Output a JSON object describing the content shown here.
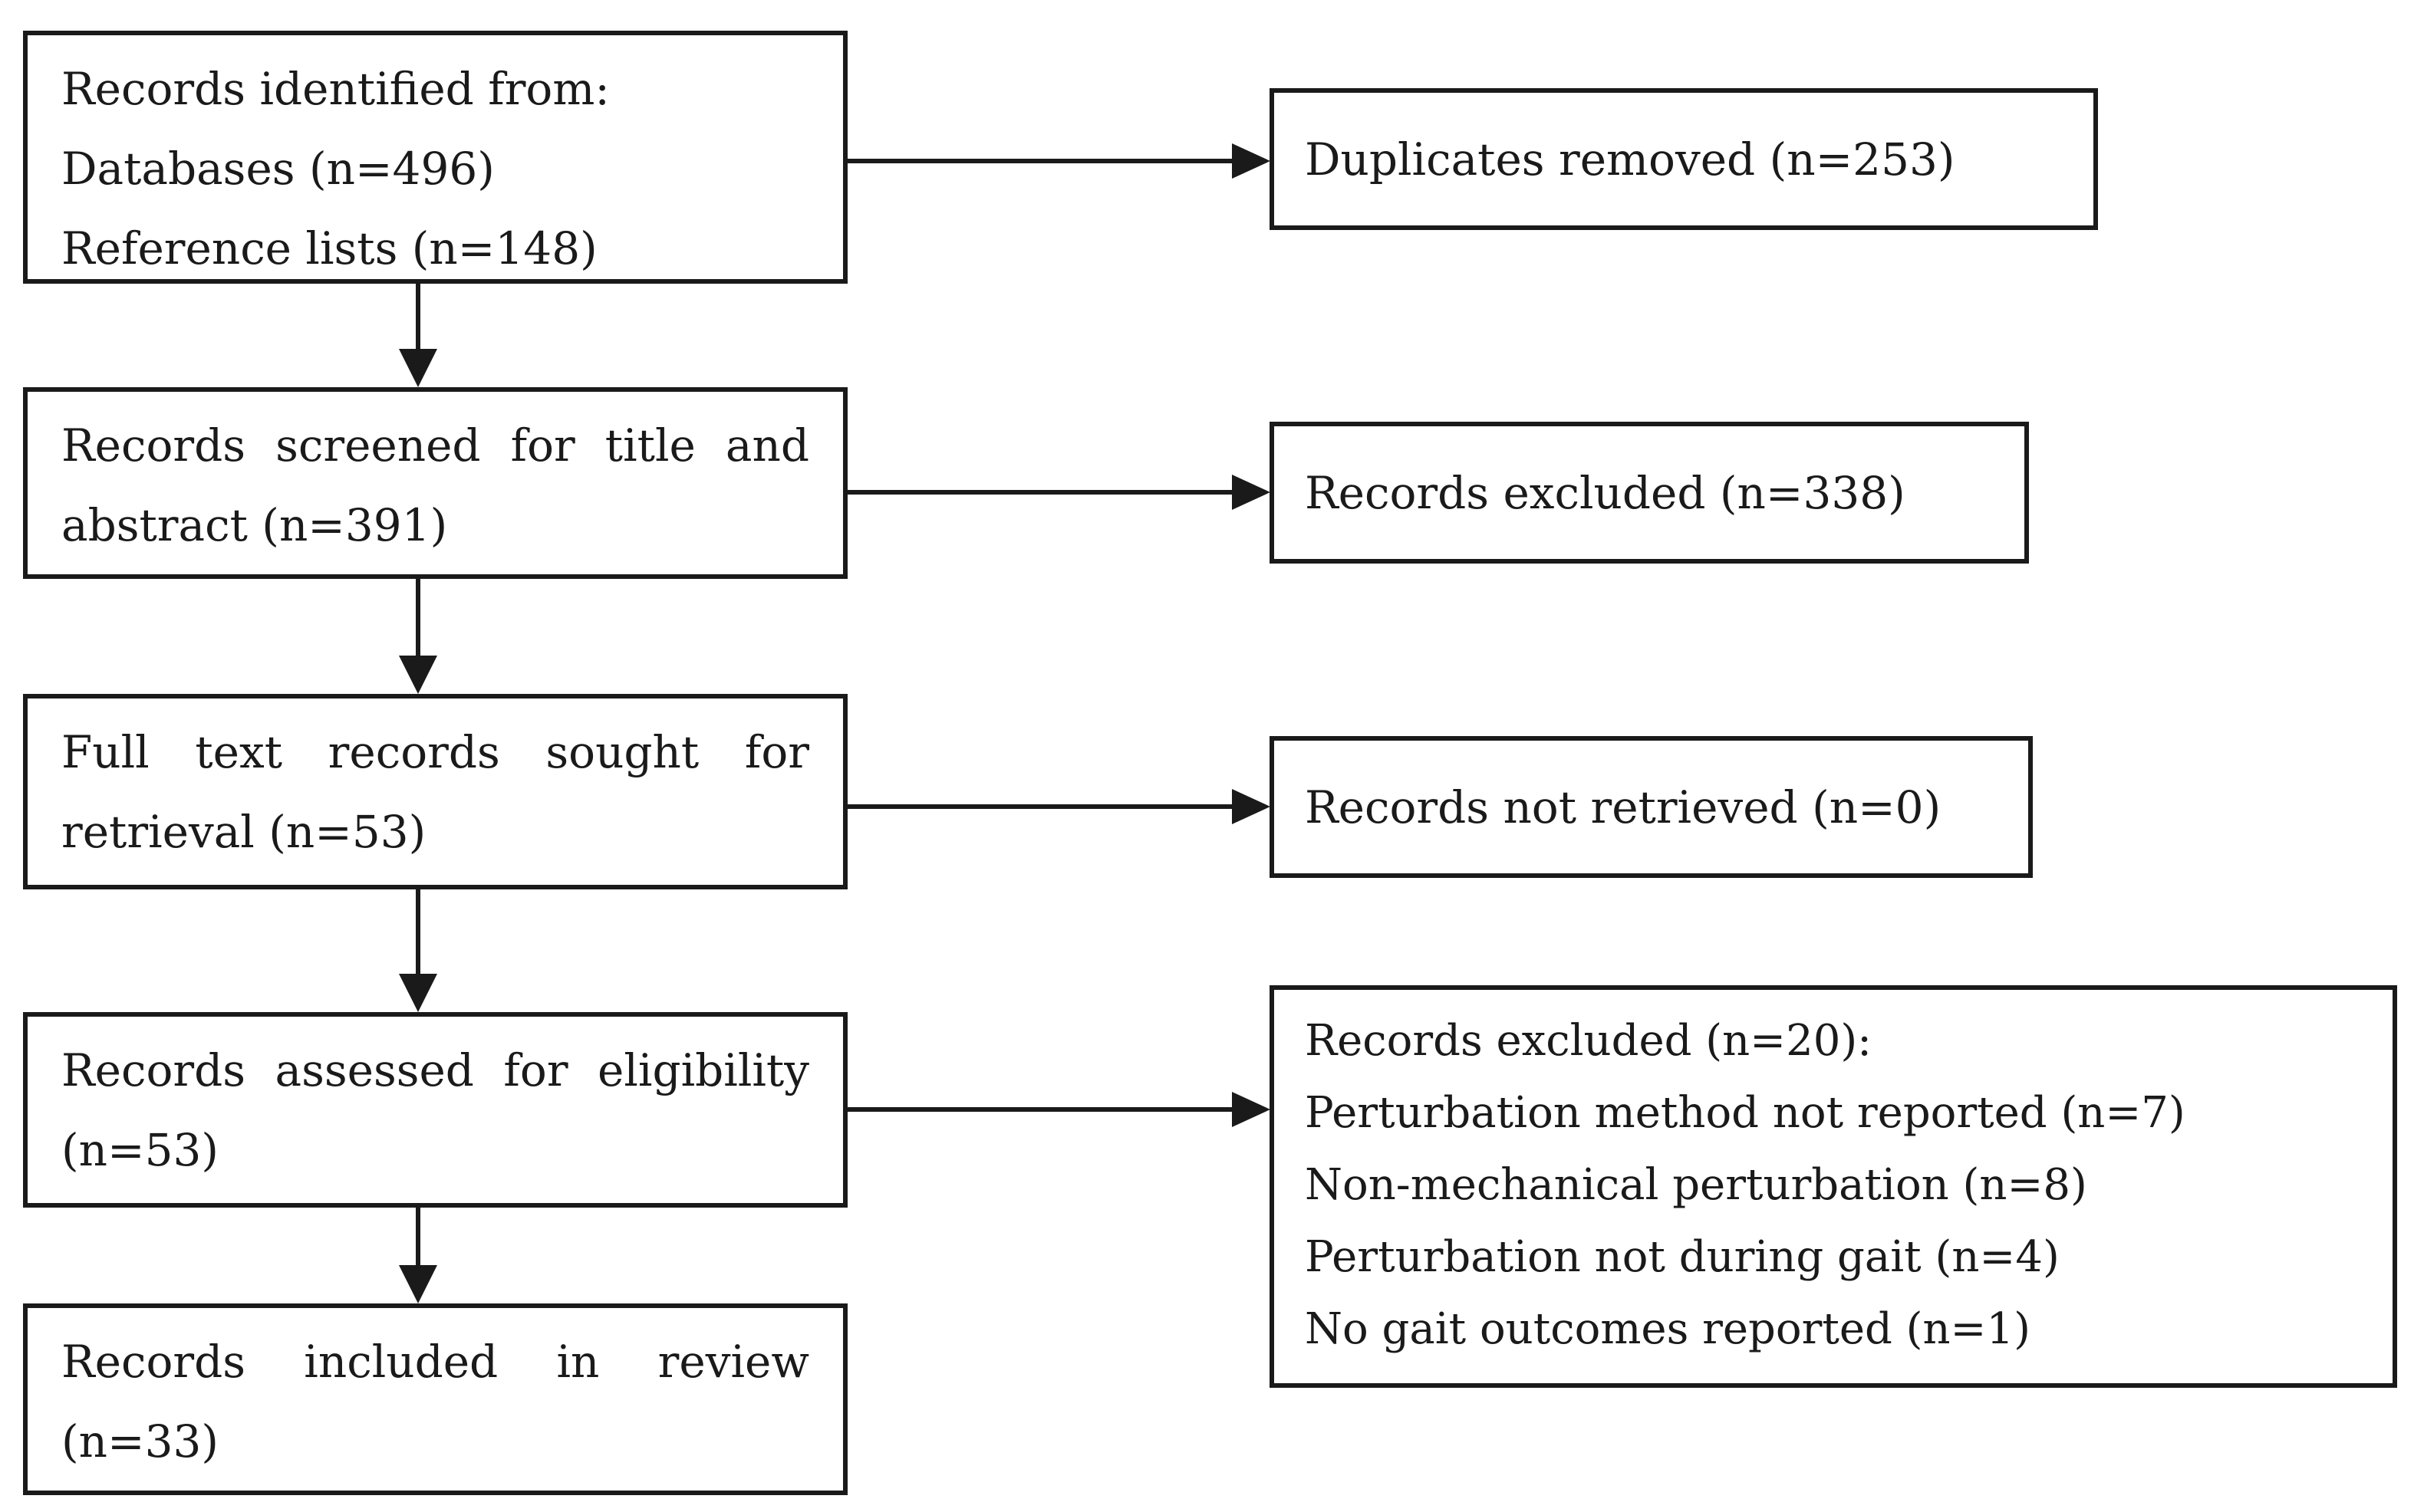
{
  "figure": {
    "type": "prisma-flow-diagram",
    "colors": {
      "line": "#1a1a1a",
      "box_background": "#ffffff",
      "page_background": "#ffffff",
      "text": "#1a1a1a"
    },
    "left_column": [
      {
        "id": "identified",
        "lines": [
          "Records identified from:",
          "Databases (n=496)",
          "Reference lists (n=148)"
        ]
      },
      {
        "id": "screened",
        "lines": [
          "Records screened for title and",
          "abstract (n=391)"
        ]
      },
      {
        "id": "sought",
        "lines": [
          "Full text records sought for",
          "retrieval (n=53)"
        ]
      },
      {
        "id": "assessed",
        "lines": [
          "Records assessed for eligibility",
          "(n=53)"
        ]
      },
      {
        "id": "included",
        "lines": [
          "Records included in review",
          "(n=33)"
        ]
      }
    ],
    "right_column": [
      {
        "id": "duplicates_removed",
        "lines": [
          "Duplicates removed (n=253)"
        ]
      },
      {
        "id": "excluded_screening",
        "lines": [
          "Records excluded (n=338)"
        ]
      },
      {
        "id": "not_retrieved",
        "lines": [
          "Records not retrieved (n=0)"
        ]
      },
      {
        "id": "excluded_eligibility",
        "lines": [
          "Records excluded (n=20):",
          "Perturbation method not reported (n=7)",
          "Non-mechanical perturbation (n=8)",
          "Perturbation not during gait (n=4)",
          "No gait outcomes reported (n=1)"
        ]
      }
    ]
  }
}
